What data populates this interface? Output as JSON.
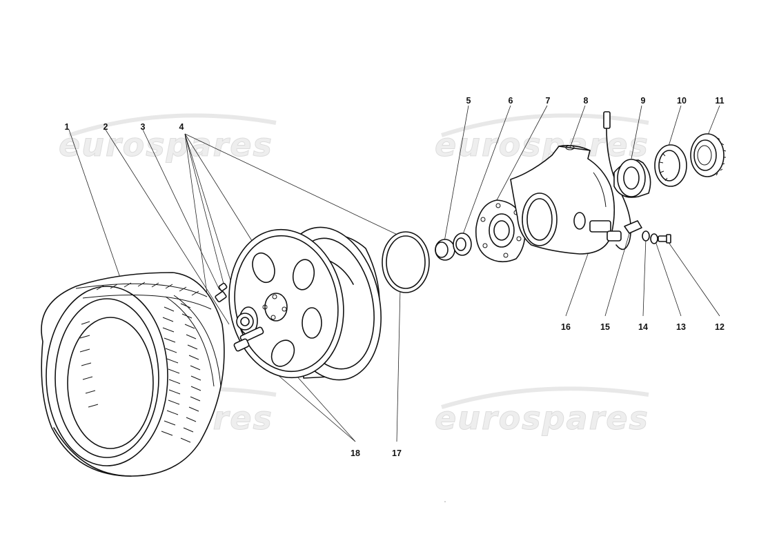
{
  "watermark": {
    "text": "eurospares"
  },
  "callouts": [
    {
      "id": "1",
      "label": "1"
    },
    {
      "id": "2",
      "label": "2"
    },
    {
      "id": "3",
      "label": "3"
    },
    {
      "id": "4",
      "label": "4"
    },
    {
      "id": "5",
      "label": "5"
    },
    {
      "id": "6",
      "label": "6"
    },
    {
      "id": "7",
      "label": "7"
    },
    {
      "id": "8",
      "label": "8"
    },
    {
      "id": "9",
      "label": "9"
    },
    {
      "id": "10",
      "label": "10"
    },
    {
      "id": "11",
      "label": "11"
    },
    {
      "id": "12",
      "label": "12"
    },
    {
      "id": "13",
      "label": "13"
    },
    {
      "id": "14",
      "label": "14"
    },
    {
      "id": "15",
      "label": "15"
    },
    {
      "id": "16",
      "label": "16"
    },
    {
      "id": "17",
      "label": "17"
    },
    {
      "id": "18",
      "label": "18"
    }
  ]
}
